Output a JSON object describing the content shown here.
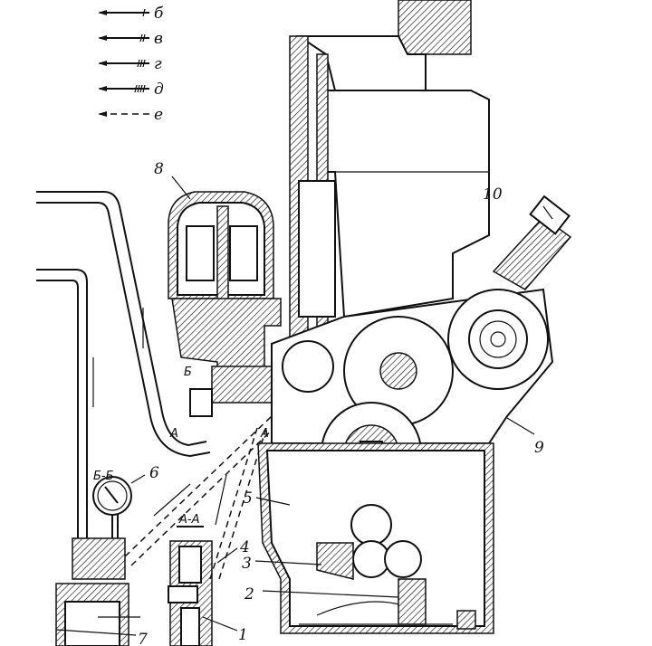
{
  "legend": [
    {
      "key": "б",
      "ticks": 1,
      "style": "solid"
    },
    {
      "key": "в",
      "ticks": 2,
      "style": "solid"
    },
    {
      "key": "г",
      "ticks": 3,
      "style": "solid"
    },
    {
      "key": "д",
      "ticks": 4,
      "style": "solid"
    },
    {
      "key": "е",
      "ticks": 0,
      "style": "dashed"
    }
  ],
  "callouts": {
    "n1": "1",
    "n2": "2",
    "n3": "3",
    "n4": "4",
    "n5": "5",
    "n6": "6",
    "n7": "7",
    "n8": "8",
    "n9": "9",
    "n10": "10"
  },
  "sections": {
    "bb_title": "Б-Б",
    "aa_title": "А-А",
    "b_mark": "Б",
    "a_mark_left": "А",
    "a_mark_right": "А"
  },
  "colors": {
    "ink": "#111111",
    "paper": "#ffffff"
  }
}
